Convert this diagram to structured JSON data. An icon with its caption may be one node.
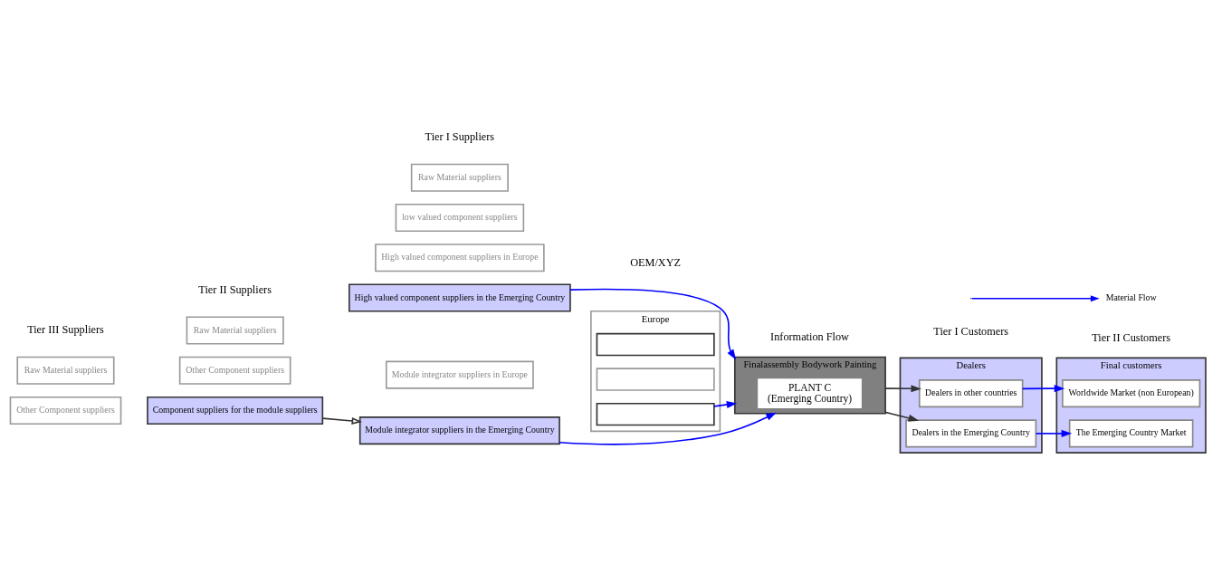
{
  "diagram": {
    "nodes": [
      {
        "text": [
          "Component suppliers for the module suppliers"
        ]
      },
      {
        "text": [
          "Module integrator suppliers in Europe"
        ]
      },
      {
        "text": [
          "High valued component suppliers in Europe"
        ]
      },
      {
        "text": [
          "Module integrator suppliers in the Emerging Country"
        ]
      },
      {
        "text": [
          "High valued component suppliers in the Emerging Country"
        ]
      },
      {
        "text": [
          "low valued component suppliers"
        ]
      },
      {
        "text": [
          "Raw Material suppliers"
        ]
      },
      {
        "text": [
          "Other Component suppliers"
        ]
      },
      {
        "text": [
          "Raw Material suppliers"
        ]
      },
      {
        "text": [
          "Other Component suppliers"
        ]
      },
      {
        "text": [
          "Raw Material suppliers"
        ]
      },
      {
        "text": [
          "Europe"
        ]
      },
      {
        "text": [],
        "shape": "box",
        "in": 11
      },
      {
        "text": [],
        "shape": "box",
        "in": 11
      },
      {
        "text": [],
        "shape": "box",
        "in": 11
      },
      {
        "text": [
          "Finalassembly Bodywork Painting"
        ]
      },
      {
        "text": [
          "PLANT C",
          "(Emerging Country)"
        ],
        "in": 15
      },
      {
        "text": [
          "Dealers"
        ]
      },
      {
        "text": [
          "Dealers in other countries"
        ],
        "in": 17
      },
      {
        "text": [
          "Dealers in the Emerging Country"
        ],
        "in": 17
      },
      {
        "text": [
          "Final customers"
        ]
      },
      {
        "text": [
          "Worldwide Market (non European)"
        ],
        "in": 20
      },
      {
        "text": [
          "The Emerging Country Market"
        ],
        "in": 20
      }
    ],
    "edges": [
      {
        "from": 0,
        "to": 3,
        "arrow": "to",
        "color": "#333333"
      },
      {
        "from": 3,
        "to": 15,
        "arrow": "to"
      },
      {
        "from": 4,
        "to": 15,
        "arrow": "to"
      },
      {
        "from": 14,
        "to": 15,
        "arrow": "to"
      },
      {
        "from": 15,
        "to": 18,
        "arrow": "to",
        "color": "#333333"
      },
      {
        "from": 15,
        "to": 19,
        "arrow": "to",
        "color": "#333333"
      },
      {
        "from": 18,
        "to": 21,
        "arrow": "to"
      },
      {
        "from": 19,
        "to": 22,
        "arrow": "to"
      }
    ],
    "labels": [
      "Tier III Suppliers",
      "Tier II Suppliers",
      "Tier I Suppliers",
      "OEM/XYZ",
      "Tier I Customers",
      "Tier II Customers",
      "Information Flow"
    ],
    "legend": [
      {
        "text": "Material Flow"
      }
    ]
  }
}
